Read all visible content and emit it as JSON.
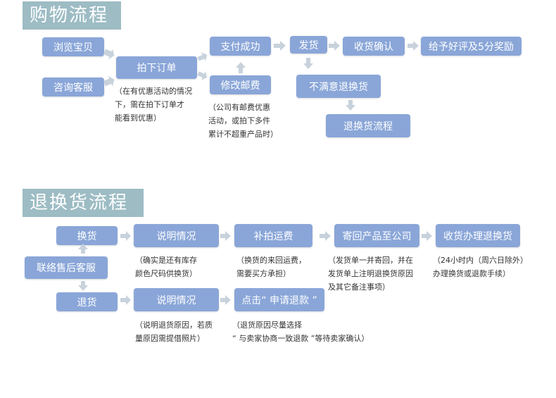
{
  "purchase": {
    "title": "购物流程",
    "boxes": {
      "browse": "浏览宝贝",
      "consult": "咨询客服",
      "order": "拍下订单",
      "pay_success": "支付成功",
      "modify_postage": "修改邮费",
      "ship": "发货",
      "confirm_receipt": "收货确认",
      "review_reward": "给予好评及5分奖励",
      "unsatisfied": "不满意退换货",
      "return_process": "退换货流程"
    },
    "notes": {
      "order_note": [
        "（在有优惠活动的情况",
        "下，需在拍下订单才",
        "能看到优惠）"
      ],
      "postage_note": [
        "（公司有邮费优惠",
        "活动，或拍下多件",
        "累计不超重产品时）"
      ]
    }
  },
  "returns": {
    "title": "退换货流程",
    "boxes": {
      "contact": "联络售后客服",
      "exchange": "换货",
      "refund": "退货",
      "explain1": "说明情况",
      "shipping_fee": "补拍运费",
      "send_back": "寄回产品至公司",
      "process_exchange": "收货办理退换货",
      "explain2": "说明情况",
      "apply_refund": "点击“ 申请退款 ”"
    },
    "notes": {
      "explain1_note": [
        "（确实是还有库存",
        "颜色尺码供换货）"
      ],
      "fee_note": [
        "（换货的来回运费，",
        "需要买方承担）"
      ],
      "send_note": [
        "（发货单一并寄回，并在",
        "发货单上注明退换货原因",
        "及其它备注事项）"
      ],
      "process_note": [
        "（24小时内（周六日除外）",
        "办理换货或退款手续）"
      ],
      "explain2_note": [
        "（说明退货原因，若质",
        "量原因需提借照片）"
      ],
      "refund_note": [
        "（退货原因尽量选择",
        "“ 与卖家协商一致退款 ”等待卖家确认）"
      ]
    }
  },
  "colors": {
    "box": "#8aa6d8",
    "banner": "#9dbcc4",
    "arrow": "#c8d2dc"
  }
}
